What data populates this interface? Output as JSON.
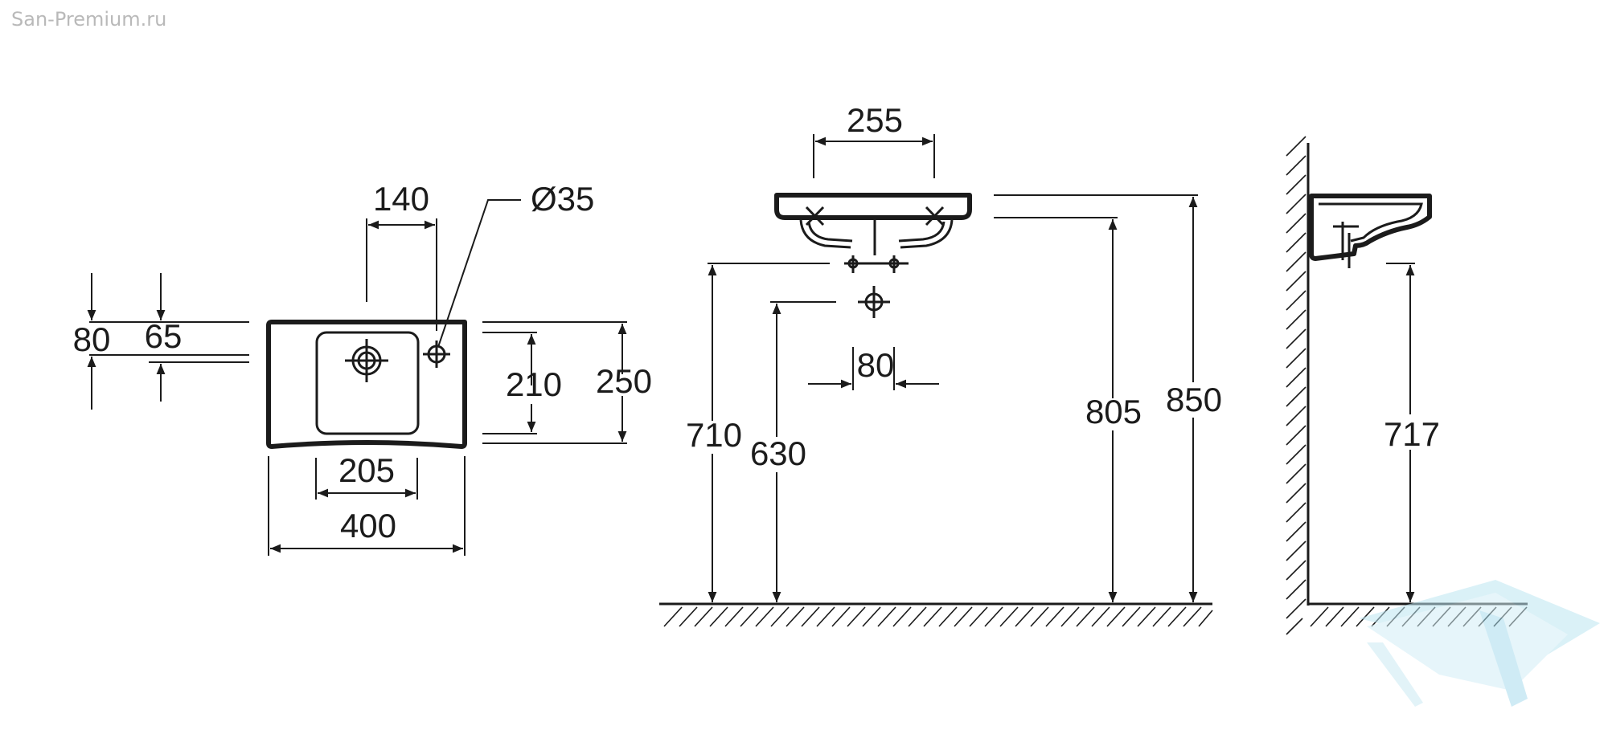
{
  "watermark": "San-Premium.ru",
  "colors": {
    "ink": "#1b1b1b",
    "watermark_text": "#b9b9b9",
    "logo": "#bde6f2"
  },
  "top_view": {
    "hole_diameter": "Ø35",
    "dim_140": "140",
    "dim_80": "80",
    "dim_65": "65",
    "dim_210": "210",
    "dim_250": "250",
    "dim_205": "205",
    "dim_400": "400"
  },
  "front_view": {
    "dim_255": "255",
    "dim_80": "80",
    "dim_710": "710",
    "dim_630": "630",
    "dim_805": "805",
    "dim_850": "850"
  },
  "side_view": {
    "dim_717": "717"
  },
  "logo": {
    "icon": "watermark-logo-icon"
  }
}
